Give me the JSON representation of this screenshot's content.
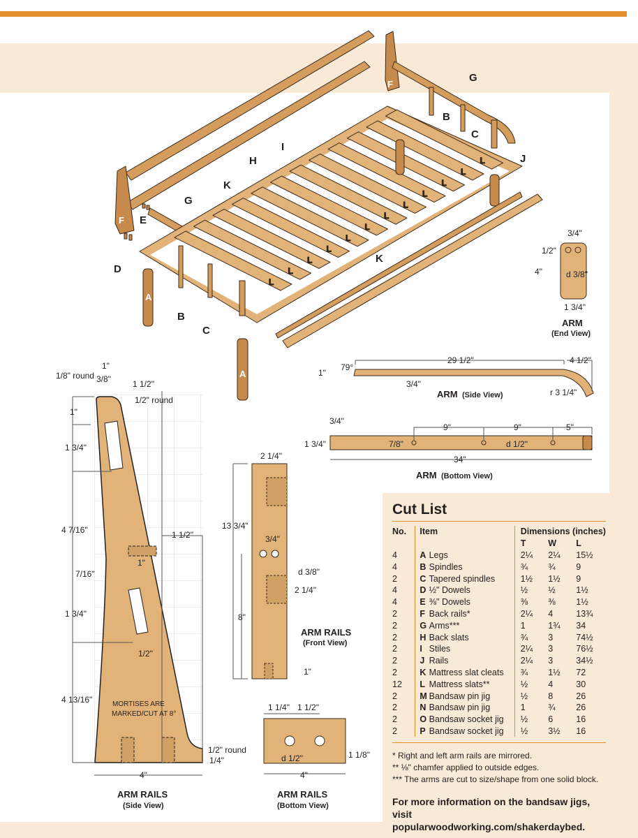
{
  "colors": {
    "accent": "#e3902c",
    "background_band": "#f9ead7",
    "wood": "#e2b378",
    "wood_dark": "#c68a4c"
  },
  "exploded": {
    "labels": {
      "A": "A",
      "B": "B",
      "C": "C",
      "D": "D",
      "E": "E",
      "F": "F",
      "G": "G",
      "H": "H",
      "I": "I",
      "J": "J",
      "K": "K",
      "L": "L"
    }
  },
  "arm_end": {
    "dims": {
      "top": "3/4\"",
      "side": "1/2\"",
      "height": "4\"",
      "hole": "d 3/8\"",
      "width": "1 3/4\""
    },
    "title": "ARM",
    "subtitle": "(End View)"
  },
  "arm_side": {
    "dims": {
      "angle": "79°",
      "thick": "1\"",
      "length": "29 1/2\"",
      "end": "4 1/2\"",
      "depth": "3/4\"",
      "radius": "r 3 1/4\""
    },
    "title": "ARM",
    "subtitle": "(Side View)"
  },
  "arm_bottom": {
    "dims": {
      "tenon": "3/4\"",
      "width": "1 3/4\"",
      "s1": "9\"",
      "s2": "9\"",
      "s3": "5\"",
      "offset": "7/8\"",
      "hole": "d 1/2\"",
      "length": "34\""
    },
    "title": "ARM",
    "subtitle": "(Bottom View)"
  },
  "rail_side": {
    "dims": {
      "top": "1\"",
      "round_small": "1/8\" round",
      "small": "3/8\"",
      "offset": "1 1/2\"",
      "round_half": "1/2\" round",
      "d1": "1\"",
      "d2": "1 3/4\"",
      "d3": "4 7/16\"",
      "d4": "1 1/2\"",
      "d5": "1\"",
      "d6": "7/16\"",
      "d7": "1 3/4\"",
      "d8": "1/2\"",
      "d9": "4 13/16\"",
      "round_bottom": "1/2\" round",
      "foot": "1/4\"",
      "width": "4\""
    },
    "note_line1": "MORTISES ARE",
    "note_line2": "MARKED/CUT AT 8°",
    "title": "ARM RAILS",
    "subtitle": "(Side View)"
  },
  "rail_front": {
    "dims": {
      "width": "2 1/4\"",
      "height": "13 3/4\"",
      "hole_offset": "3/4\"",
      "hole": "d 3/8\"",
      "mortise": "2 1/4\"",
      "low": "8\"",
      "bottom": "1\""
    },
    "title": "ARM RAILS",
    "subtitle": "(Front View)"
  },
  "rail_bottom": {
    "dims": {
      "a": "1 1/4\"",
      "b": "1 1/2\"",
      "c": "1 1/8\"",
      "hole": "d 1/2\"",
      "width": "4\""
    },
    "title": "ARM RAILS",
    "subtitle": "(Bottom View)"
  },
  "cut_list": {
    "title": "Cut List",
    "headers": {
      "no": "No.",
      "item": "Item",
      "dims": "Dimensions (inches)",
      "t": "T",
      "w": "W",
      "l": "L"
    },
    "rows": [
      {
        "no": "4",
        "id": "A",
        "item": "Legs",
        "t": "2¼",
        "w": "2¼",
        "l": "15½"
      },
      {
        "no": "4",
        "id": "B",
        "item": "Spindles",
        "t": "¾",
        "w": "¾",
        "l": "9"
      },
      {
        "no": "2",
        "id": "C",
        "item": "Tapered spindles",
        "t": "1½",
        "w": "1½",
        "l": "9"
      },
      {
        "no": "4",
        "id": "D",
        "item": "½\" Dowels",
        "t": "½",
        "w": "½",
        "l": "1½"
      },
      {
        "no": "4",
        "id": "E",
        "item": "⅜\" Dowels",
        "t": "⅜",
        "w": "⅜",
        "l": "1½"
      },
      {
        "no": "2",
        "id": "F",
        "item": "Back rails*",
        "t": "2¼",
        "w": "4",
        "l": "13¾"
      },
      {
        "no": "2",
        "id": "G",
        "item": "Arms***",
        "t": "1",
        "w": "1¾",
        "l": "34"
      },
      {
        "no": "2",
        "id": "H",
        "item": "Back slats",
        "t": "¾",
        "w": "3",
        "l": "74½"
      },
      {
        "no": "2",
        "id": "I",
        "item": "Stiles",
        "t": "2¼",
        "w": "3",
        "l": "76½"
      },
      {
        "no": "2",
        "id": "J",
        "item": "Rails",
        "t": "2¼",
        "w": "3",
        "l": "34½"
      },
      {
        "no": "2",
        "id": "K",
        "item": "Mattress slat cleats",
        "t": "¾",
        "w": "1½",
        "l": "72"
      },
      {
        "no": "12",
        "id": "L",
        "item": "Mattress slats**",
        "t": "½",
        "w": "4",
        "l": "30"
      },
      {
        "no": "2",
        "id": "M",
        "item": "Bandsaw pin jig",
        "t": "½",
        "w": "8",
        "l": "26"
      },
      {
        "no": "2",
        "id": "N",
        "item": "Bandsaw pin jig",
        "t": "1",
        "w": "¾",
        "l": "26"
      },
      {
        "no": "2",
        "id": "O",
        "item": "Bandsaw socket jig",
        "t": "½",
        "w": "6",
        "l": "16"
      },
      {
        "no": "2",
        "id": "P",
        "item": "Bandsaw socket jig",
        "t": "½",
        "w": "3½",
        "l": "16"
      }
    ],
    "notes": [
      "* Right and left arm rails are mirrored.",
      "** ⅛\" chamfer applied to outside edges.",
      "*** The arms are cut to size/shape from one solid block."
    ],
    "more_info_line1": "For more information on the bandsaw jigs,",
    "more_info_line2": "visit popularwoodworking.com/shakerdaybed."
  }
}
